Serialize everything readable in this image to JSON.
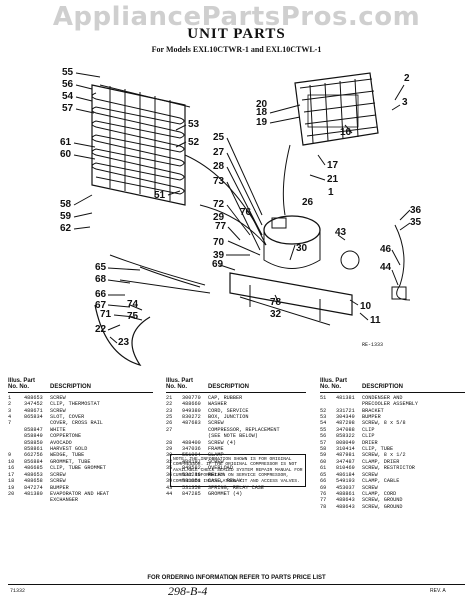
{
  "watermark": "AppliancePartsPros.com",
  "title": "UNIT PARTS",
  "subtitle": "For Models EXL10CTWR-1 and EXL10CTWL-1",
  "reference": "RE-1333",
  "callouts": [
    "55",
    "56",
    "54",
    "57",
    "53",
    "52",
    "61",
    "60",
    "58",
    "59",
    "62",
    "51",
    "18",
    "20",
    "19",
    "2",
    "3",
    "16",
    "17",
    "21",
    "1",
    "25",
    "27",
    "28",
    "73",
    "72",
    "29",
    "76",
    "43",
    "36",
    "35",
    "77",
    "65",
    "68",
    "66",
    "67",
    "71",
    "69",
    "74",
    "75",
    "70",
    "39",
    "22",
    "23",
    "30",
    "78",
    "32",
    "46",
    "44",
    "11",
    "10",
    "26"
  ],
  "table_headers": {
    "illus_part": "Illus. Part",
    "no_no": "No.   No.",
    "description": "DESCRIPTION"
  },
  "tables": [
    [
      [
        "1",
        "488653",
        "SCREW"
      ],
      [
        "2",
        "347452",
        "CLIP, THERMOSTAT"
      ],
      [
        "3",
        "488671",
        "SCREW"
      ],
      [
        "4",
        "865834",
        "SLOT, COVER"
      ],
      [
        "7",
        "",
        "COVER, CROSS RAIL"
      ],
      [
        "",
        "858847",
        "WHITE"
      ],
      [
        "",
        "858849",
        "COPPERTONE"
      ],
      [
        "",
        "858850",
        "AVOCADO"
      ],
      [
        "",
        "858861",
        "HARVEST GOLD"
      ],
      [
        "9",
        "662756",
        "WEDGE, TUBE"
      ],
      [
        "10",
        "856884",
        "GROMMET, TUBE"
      ],
      [
        "16",
        "486685",
        "CLIP, TUBE GROMMET"
      ],
      [
        "17",
        "488653",
        "SCREW"
      ],
      [
        "18",
        "488658",
        "SCREW"
      ],
      [
        "19",
        "847274",
        "BUMPER"
      ],
      [
        "20",
        "481380",
        "EVAPORATOR AND HEAT"
      ],
      [
        "",
        "",
        "EXCHANGER"
      ]
    ],
    [
      [
        "21",
        "300770",
        "CAP, RUBBER"
      ],
      [
        "22",
        "488660",
        "WASHER"
      ],
      [
        "23",
        "949380",
        "CORD, SERVICE"
      ],
      [
        "25",
        "830272",
        "BOX, JUNCTION"
      ],
      [
        "26",
        "487683",
        "SCREW"
      ],
      [
        "27",
        "",
        "COMPRESSOR, REPLACEMENT"
      ],
      [
        "",
        "",
        "(SEE NOTE BELOW)"
      ],
      [
        "28",
        "488400",
        "SCREW (4)"
      ],
      [
        "29",
        "347036",
        "FRAME"
      ],
      [
        "30",
        "551094",
        "CLAMP"
      ],
      [
        "32",
        "488197",
        "SCREW"
      ],
      [
        "35",
        "949582",
        "OVERLOAD"
      ],
      [
        "36",
        "531286",
        "RELAY"
      ],
      [
        "39",
        "531051",
        "CASE, RELAY"
      ],
      [
        "43",
        "531358",
        "SPRING, RELAY CASE"
      ],
      [
        "44",
        "847285",
        "GROMMET (4)"
      ]
    ],
    [
      [
        "51",
        "481381",
        "CONDENSER AND"
      ],
      [
        "",
        "",
        "PRECOOLER ASSEMBLY"
      ],
      [
        "52",
        "331721",
        "BRACKET"
      ],
      [
        "53",
        "304349",
        "BUMPER"
      ],
      [
        "54",
        "487298",
        "SCREW, 8 x 5/8"
      ],
      [
        "55",
        "347088",
        "CLIP"
      ],
      [
        "56",
        "858322",
        "CLIP"
      ],
      [
        "57",
        "808049",
        "DRIER"
      ],
      [
        "58",
        "310414",
        "CLIP, TUBE"
      ],
      [
        "59",
        "487981",
        "SCREW, 8 x 1/2"
      ],
      [
        "60",
        "347487",
        "CLAMP, DRIER"
      ],
      [
        "61",
        "810469",
        "SCREW, RESTRICTOR"
      ],
      [
        "65",
        "486184",
        "SCREW"
      ],
      [
        "66",
        "549193",
        "CLAMP, CABLE"
      ],
      [
        "69",
        "453037",
        "SCREW"
      ],
      [
        "76",
        "488861",
        "CLAMP, CORD"
      ],
      [
        "77",
        "488643",
        "SCREW, GROUND"
      ],
      [
        "78",
        "488643",
        "SCREW, GROUND"
      ]
    ]
  ],
  "note": "NOTE: THE INFORMATION SHOWN IS FOR ORIGINAL COMPRESSOR. IF THE ORIGINAL COMPRESSOR IS NOT AVAILABLE CHECK SEALED SYSTEM REPAIR MANUAL FOR CURRENT INFORMATION ON SERVICE COMPRESSOR, COMPRESSOR INSTALLATION KIT AND ACCESS VALVES.",
  "footer": "FOR ORDERING INFORMATION REFER TO PARTS PRICE LIST",
  "code_left": "71332",
  "page_no": "4",
  "handwritten": "298-B-4",
  "rev": "REV. A"
}
